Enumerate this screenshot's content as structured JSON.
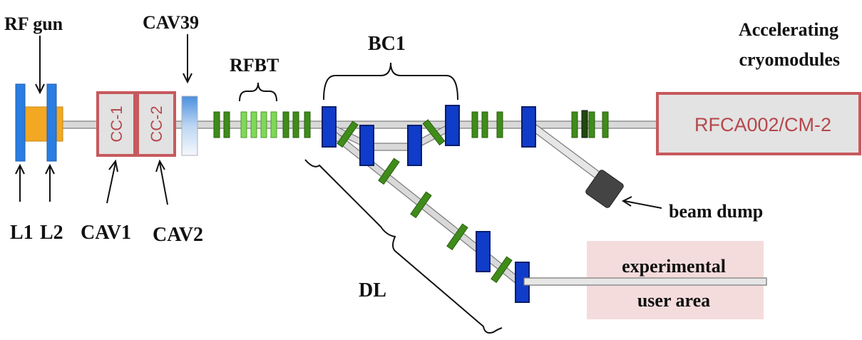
{
  "diagram": {
    "labels": {
      "rf_gun": "RF gun",
      "cav39": "CAV39",
      "rfbt": "RFBT",
      "bc1": "BC1",
      "accelerating_line1": "Accelerating",
      "accelerating_line2": "cryomodules",
      "cryomodule_box": "RFCA002/CM-2",
      "cc1": "CC-1",
      "cc2": "CC-2",
      "l1": "L1",
      "l2": "L2",
      "cav1": "CAV1",
      "cav2": "CAV2",
      "beam_dump": "beam dump",
      "dl": "DL",
      "experimental_line1": "experimental",
      "experimental_line2": "user area"
    },
    "colors": {
      "beam_pipe": "#d9d9d9",
      "beam_pipe_edge": "#7a7a7a",
      "solenoid_blue": "#2a7de1",
      "gun_orange": "#f2a822",
      "cavity_box_fill": "#e2e2e2",
      "cavity_box_edge": "#c65a5e",
      "cavity_text": "#b5474b",
      "quad_green": "#3f8c1a",
      "quad_light_green": "#7ed957",
      "dipole_blue": "#0f3cc9",
      "dump_gray": "#444444",
      "user_area_fill": "#f5dcdc",
      "cryomodule_fill": "#e3e3e3",
      "cryomodule_edge": "#c65a5e"
    }
  }
}
